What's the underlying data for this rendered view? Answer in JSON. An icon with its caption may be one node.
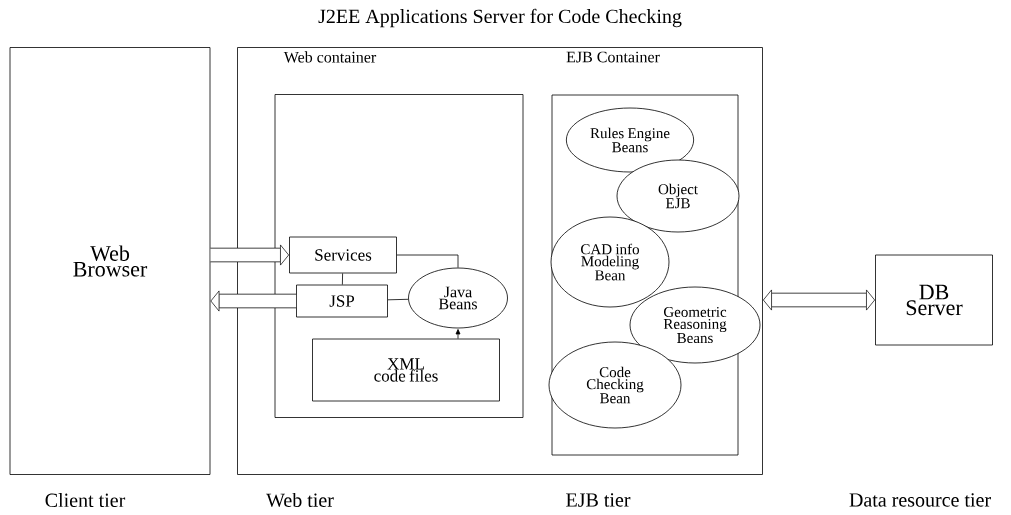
{
  "diagram": {
    "nodes": [
      {
        "text": [
          "Web Browser"
        ]
      },
      {
        "text": [
          "J2EE Applications Server for Code Checking"
        ]
      },
      {
        "text": [
          "Web container"
        ],
        "in": 1
      },
      {
        "text": [
          "Services"
        ],
        "in": 2
      },
      {
        "text": [
          "JSP"
        ],
        "in": 2
      },
      {
        "text": [
          "Java Beans"
        ],
        "in": 2
      },
      {
        "text": [
          "XML code files"
        ],
        "in": 2
      },
      {
        "text": [
          "EJB Container"
        ],
        "in": 1
      },
      {
        "text": [
          "Rules Engine Beans"
        ],
        "in": 7
      },
      {
        "text": [
          "Object EJB"
        ],
        "in": 7
      },
      {
        "text": [
          "CAD info Modeling Bean"
        ],
        "in": 7
      },
      {
        "text": [
          "Geometric Reasoning Beans"
        ],
        "in": 7
      },
      {
        "text": [
          "Code Checking Bean"
        ],
        "in": 7
      },
      {
        "text": [
          "DB Server"
        ]
      }
    ],
    "edges": [
      {
        "from": 0,
        "to": 3,
        "arrow": "to",
        "style": "thick"
      },
      {
        "from": 4,
        "to": 0,
        "arrow": "to",
        "style": "thick"
      },
      {
        "from": 3,
        "to": 4,
        "arrow": "none"
      },
      {
        "from": 4,
        "to": 5,
        "arrow": "none"
      },
      {
        "from": 3,
        "to": 5,
        "arrow": "none"
      },
      {
        "from": 6,
        "to": 5,
        "arrow": "to"
      },
      {
        "from": 1,
        "to": 13,
        "arrow": "both",
        "style": "thick"
      }
    ],
    "labels": [
      "Client tier",
      "Web tier",
      "EJB tier",
      "Data resource tier"
    ]
  }
}
